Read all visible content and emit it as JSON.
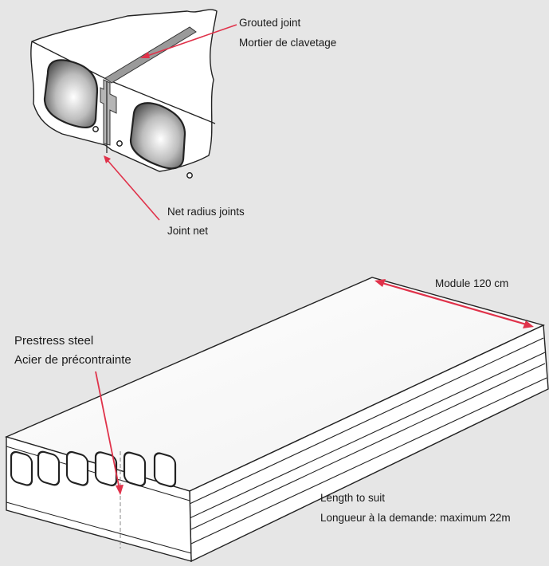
{
  "diagram": {
    "labels": {
      "grouted_joint_en": "Grouted joint",
      "grouted_joint_fr": "Mortier de clavetage",
      "net_radius_en": "Net radius joints",
      "net_radius_fr": "Joint net",
      "module": "Module 120 cm",
      "prestress_en": "Prestress steel",
      "prestress_fr": "Acier de précontrainte",
      "length_en": "Length to suit",
      "length_fr": "Longueur à la demande: maximum 22m"
    },
    "colors": {
      "background": "#e6e6e6",
      "outline": "#222222",
      "arrow": "#e0324a",
      "grout": "#9a9a9a",
      "slab_face": "#ffffff"
    }
  }
}
